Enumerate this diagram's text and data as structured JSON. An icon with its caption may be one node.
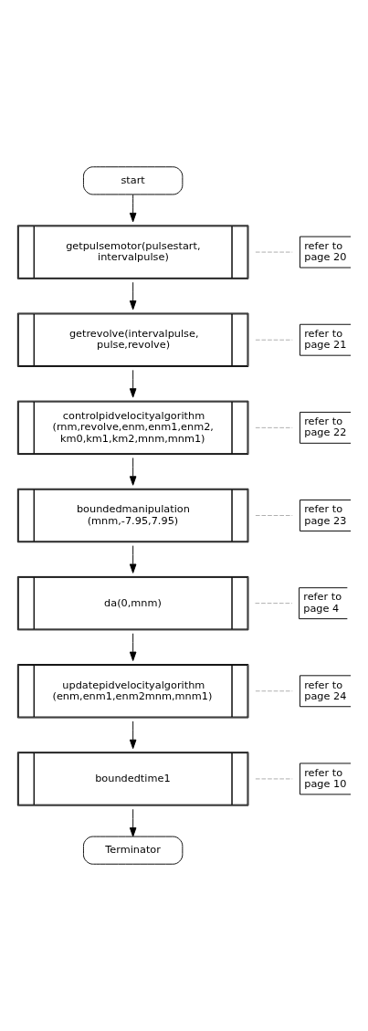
{
  "diagram": {
    "nodes": [
      {
        "text": [
          "start"
        ]
      },
      {
        "text": [
          "getpulsemotor(pulsestart, intervalpulse)"
        ]
      },
      {
        "text": [
          "refer to page 20"
        ]
      },
      {
        "text": [
          "getrevolve(intervalpulse, pulse,revolve)"
        ]
      },
      {
        "text": [
          "refer to page 21"
        ]
      },
      {
        "text": [
          "controlpidvelocityalgorithm (rnm,revolve,enm,enm1,enm2, km0,km1,km2,mnm,mnm1)"
        ]
      },
      {
        "text": [
          "refer to page 22"
        ]
      },
      {
        "text": [
          "boundedmanipulation (mnm,-7.95,7.95)"
        ]
      },
      {
        "text": [
          "refer to page 23"
        ]
      },
      {
        "text": [
          "da(0,mnm)"
        ]
      },
      {
        "text": [
          "refer to page 4"
        ]
      },
      {
        "text": [
          "updatepidvelocityalgorithm (enm,enm1,enm2mnm,mnm1)"
        ]
      },
      {
        "text": [
          "refer to page 24"
        ]
      },
      {
        "text": [
          "boundedtime1"
        ]
      },
      {
        "text": [
          "refer to page 10"
        ]
      },
      {
        "text": [
          "Terminator"
        ]
      }
    ],
    "edges": [
      {
        "from": 0,
        "to": 1,
        "arrow": "to"
      },
      {
        "from": 1,
        "to": 2,
        "arrow": "none",
        "style": "dashed",
        "color": "#aaaaaa"
      },
      {
        "from": 1,
        "to": 3,
        "arrow": "to"
      },
      {
        "from": 3,
        "to": 4,
        "arrow": "none",
        "style": "dashed",
        "color": "#aaaaaa"
      },
      {
        "from": 3,
        "to": 5,
        "arrow": "to"
      },
      {
        "from": 5,
        "to": 6,
        "arrow": "none",
        "style": "dashed",
        "color": "#aaaaaa"
      },
      {
        "from": 5,
        "to": 7,
        "arrow": "to"
      },
      {
        "from": 7,
        "to": 8,
        "arrow": "none",
        "style": "dashed",
        "color": "#aaaaaa"
      },
      {
        "from": 7,
        "to": 9,
        "arrow": "to"
      },
      {
        "from": 9,
        "to": 10,
        "arrow": "none",
        "style": "dashed",
        "color": "#aaaaaa"
      },
      {
        "from": 9,
        "to": 11,
        "arrow": "to"
      },
      {
        "from": 11,
        "to": 12,
        "arrow": "none",
        "style": "dashed",
        "color": "#aaaaaa"
      },
      {
        "from": 11,
        "to": 13,
        "arrow": "to"
      },
      {
        "from": 13,
        "to": 14,
        "arrow": "none",
        "style": "dashed",
        "color": "#aaaaaa"
      },
      {
        "from": 13,
        "to": 15,
        "arrow": "to"
      }
    ]
  }
}
